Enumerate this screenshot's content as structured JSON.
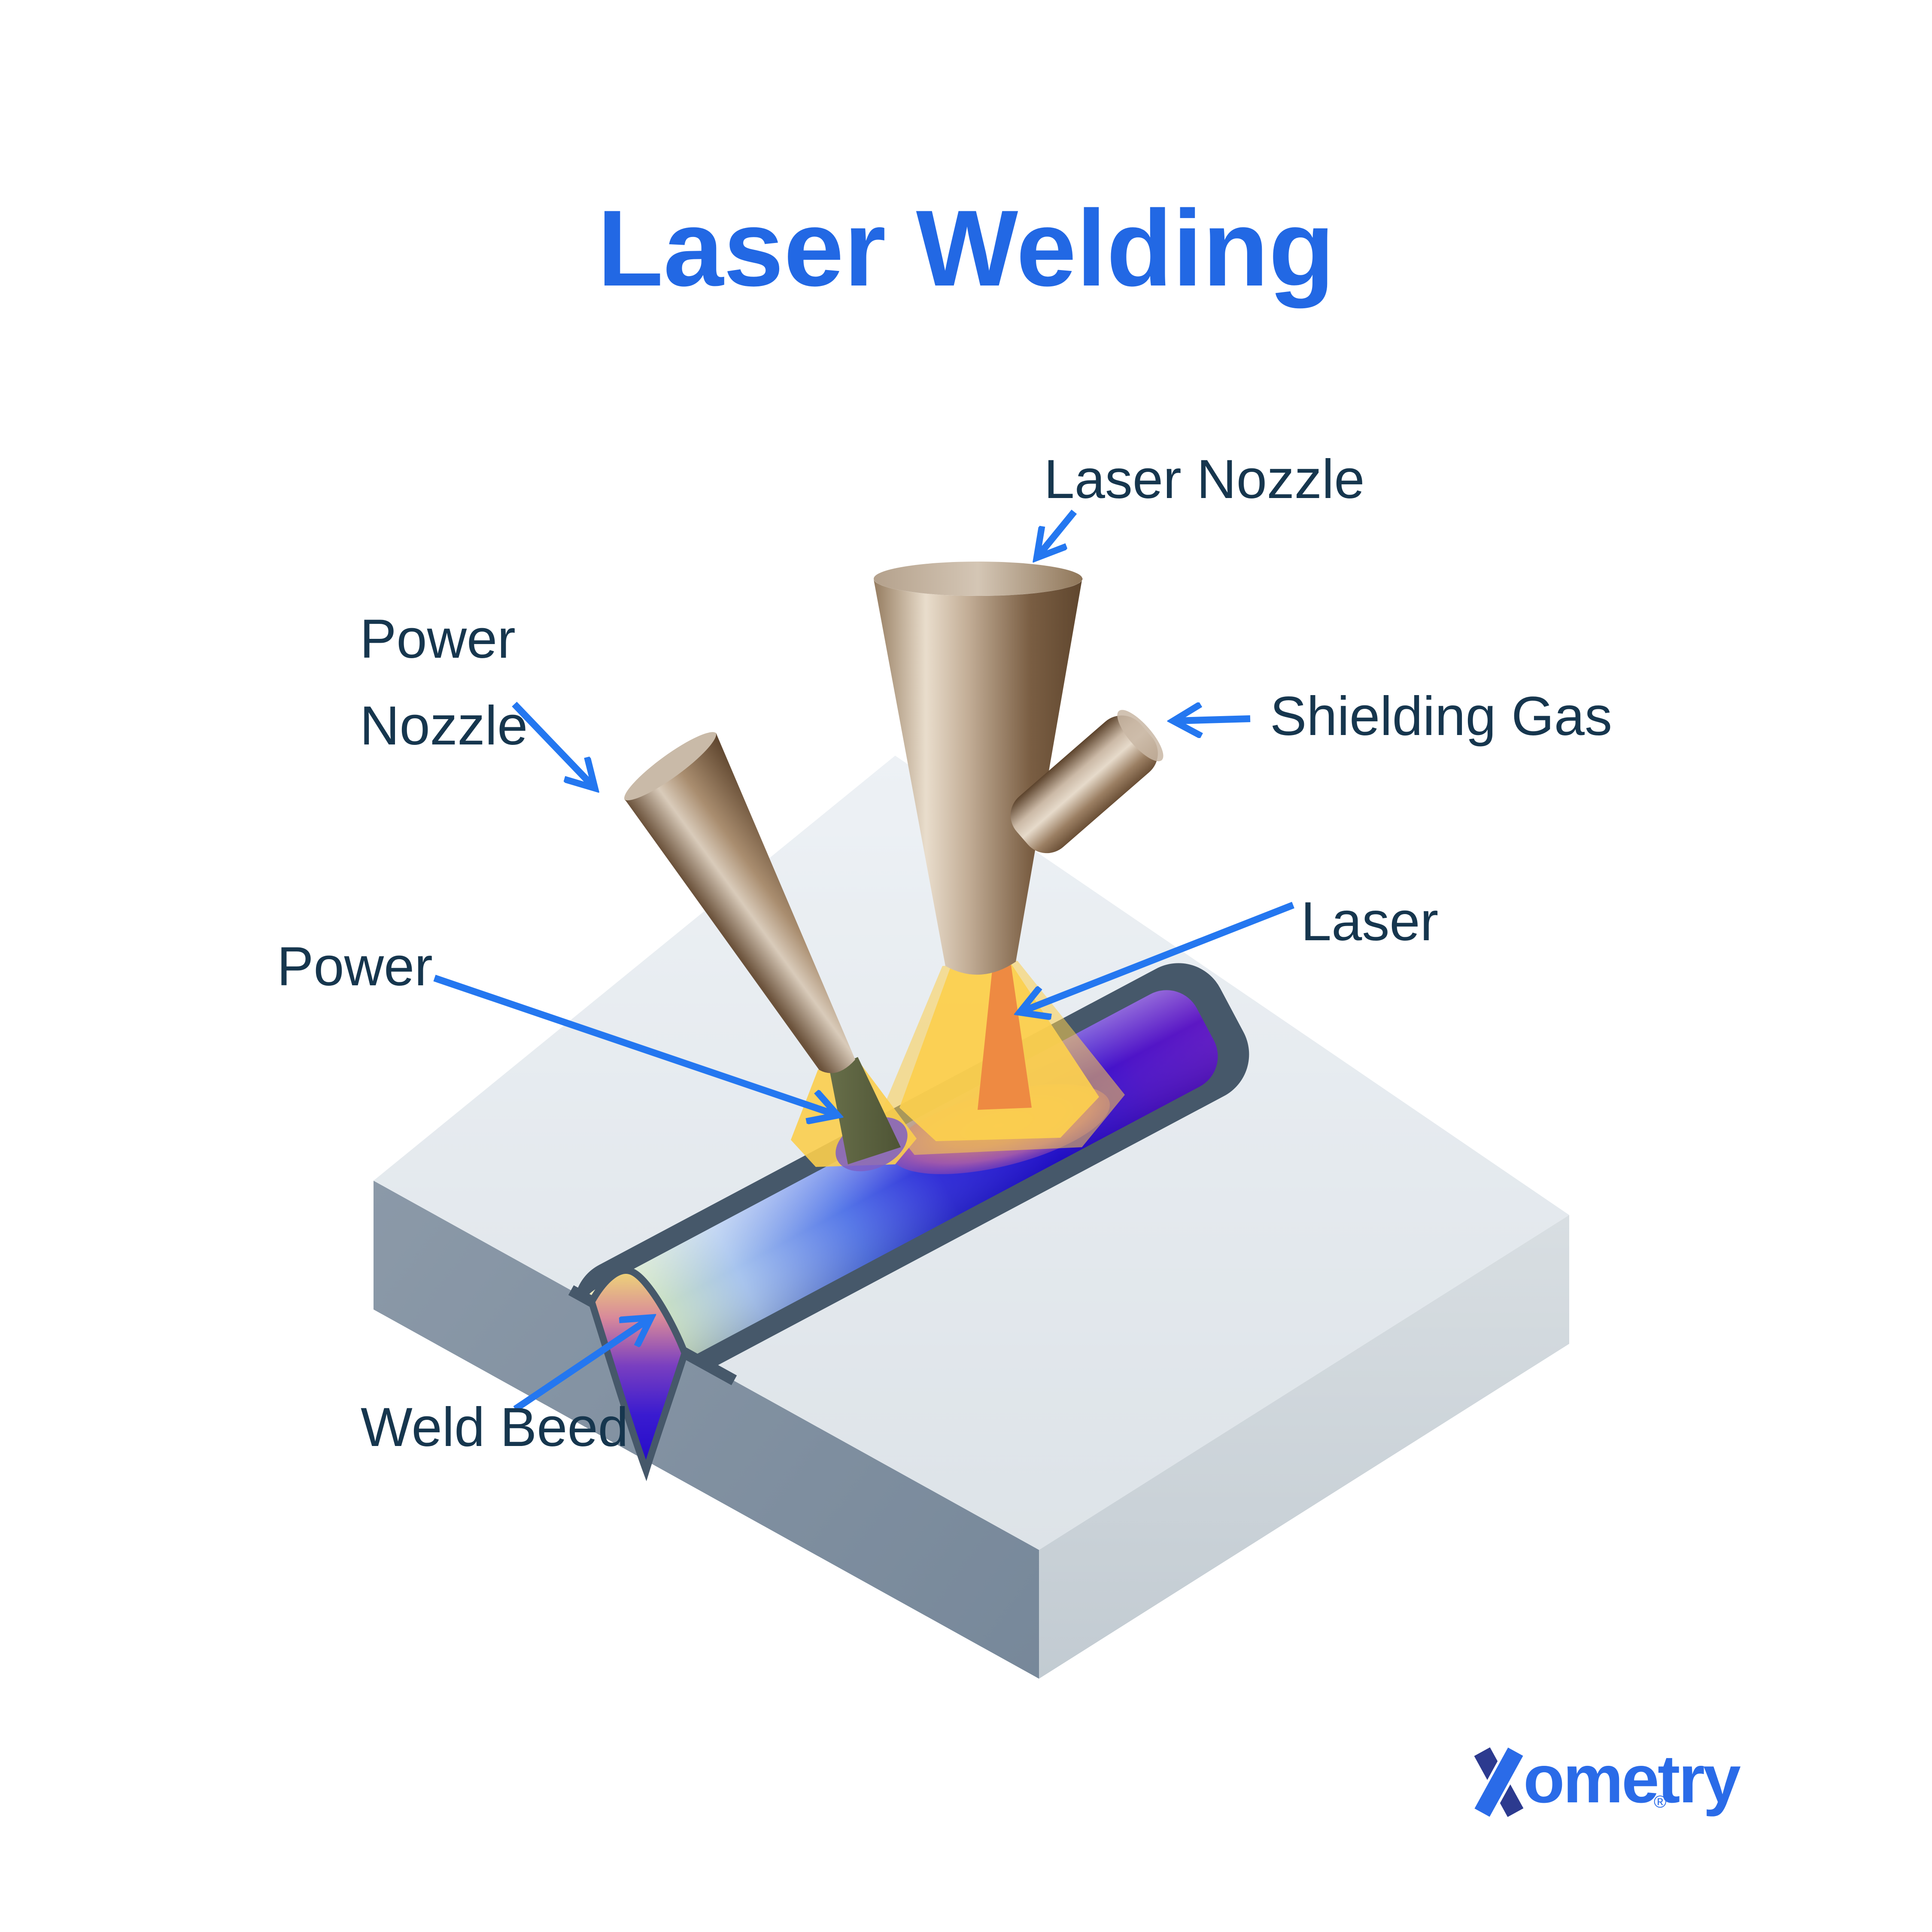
{
  "title": {
    "text": "Laser Welding"
  },
  "labels": {
    "laser_nozzle": "Laser Nozzle",
    "power_nozzle_line1": "Power",
    "power_nozzle_line2": "Nozzle",
    "shielding_gas": "Shielding Gas",
    "power": "Power",
    "laser": "Laser",
    "weld_bead": "Weld Beed"
  },
  "logo": {
    "wordmark_rest": "ometry",
    "registered_mark": "®"
  },
  "colors": {
    "title_blue": "#2268E4",
    "label_navy": "#16364E",
    "arrow_blue": "#2477F0",
    "logo_blue": "#2A6BE8",
    "logo_indigo": "#2C3A8F",
    "nozzle_brown_dark": "#5F462E",
    "nozzle_brown_light": "#E9DDCC",
    "glow_yellow": "#FBCE4C",
    "beam_orange": "#ED8742",
    "wedge_olive": "#5A6040",
    "melt_pool_purple": "#8A4BB0",
    "weld_channel_deep_blue": "#2410D4",
    "weld_channel_purple": "#5E18C4",
    "weld_channel_pale_yellow": "#EDDF9A",
    "slate_edge": "#46586A",
    "slab_top_gray": "#E6EBEF",
    "slab_left_gray": "#8593A2",
    "slab_front_gray": "#CDD5DB"
  },
  "diagram": {
    "type": "laser-welding-illustration",
    "parts": [
      "laser nozzle cone",
      "shielding gas port",
      "power nozzle",
      "laser beam",
      "yellow glow",
      "melt pool",
      "weld bead channel",
      "metal slab"
    ]
  }
}
